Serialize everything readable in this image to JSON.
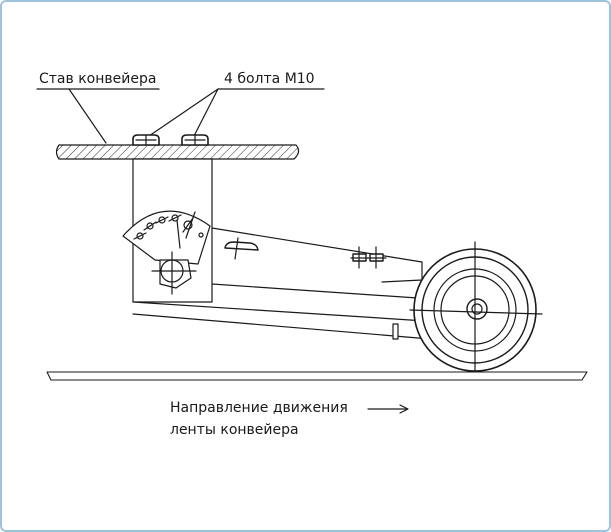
{
  "labels": {
    "conveyor_frame": "Став конвейера",
    "bolts": "4 болта М10",
    "direction_line1": "Направление движения",
    "direction_line2": "ленты конвейера"
  },
  "colors": {
    "frame_border": "#9ec4dc",
    "stroke": "#1a1a1a"
  }
}
